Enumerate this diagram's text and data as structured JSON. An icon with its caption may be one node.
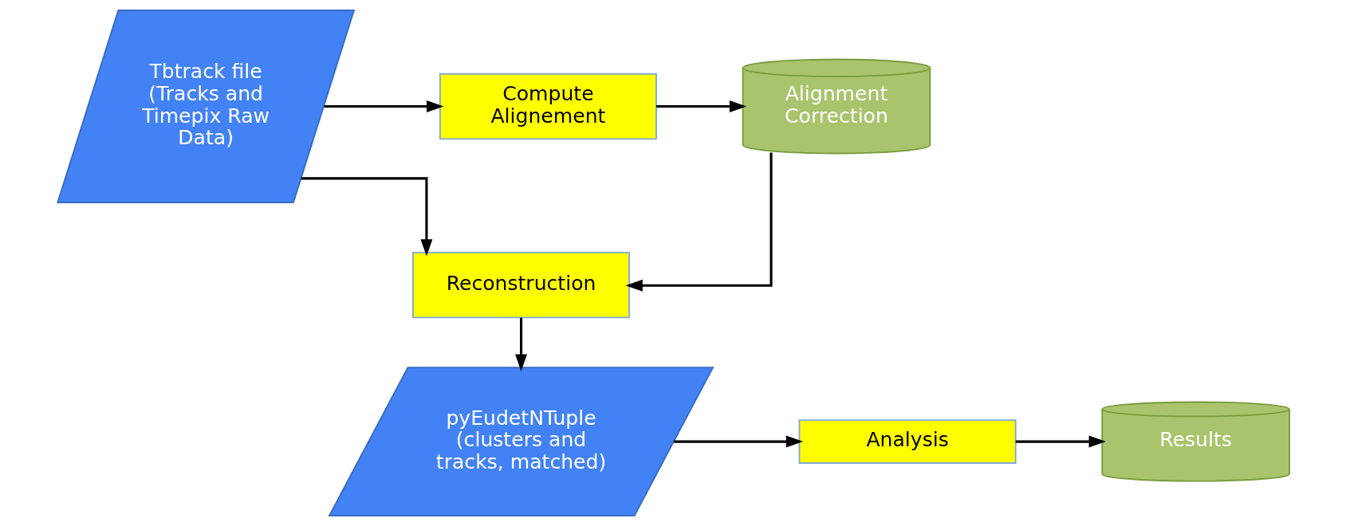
{
  "diagram": {
    "nodes": [
      {
        "text": [
          "Tbtrack file (Tracks and Timepix Raw Data)"
        ]
      },
      {
        "text": [
          "Compute Alignement"
        ]
      },
      {
        "text": [
          "Alignment Correction"
        ]
      },
      {
        "text": [
          "Reconstruction"
        ]
      },
      {
        "text": [
          "pyEudetNTuple (clusters and tracks, matched)"
        ]
      },
      {
        "text": [
          "Analysis"
        ]
      },
      {
        "text": [
          "Results"
        ]
      }
    ],
    "edges": [
      {
        "from": 0,
        "to": 1,
        "arrow": "to"
      },
      {
        "from": 1,
        "to": 2,
        "arrow": "to"
      },
      {
        "from": 0,
        "to": 3,
        "arrow": "to"
      },
      {
        "from": 2,
        "to": 3,
        "arrow": "to"
      },
      {
        "from": 3,
        "to": 4,
        "arrow": "to"
      },
      {
        "from": 4,
        "to": 5,
        "arrow": "to"
      },
      {
        "from": 5,
        "to": 6,
        "arrow": "to"
      }
    ]
  }
}
